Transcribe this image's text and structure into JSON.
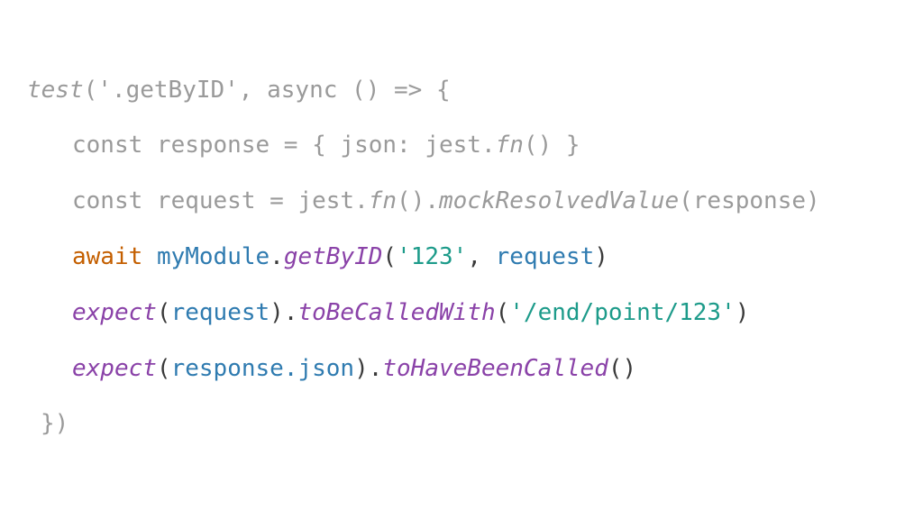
{
  "code": {
    "line1": {
      "fn": "test",
      "rest": "('.getByID', async () => {"
    },
    "line2": {
      "a": "const response = { json: jest.",
      "fn": "fn",
      "b": "() }"
    },
    "line3": {
      "a": "const request = jest.",
      "fn1": "fn",
      "b": "().",
      "fn2": "mockResolvedValue",
      "c": "(response)"
    },
    "line4": {
      "kw": "await",
      "sp": " ",
      "obj": "myModule",
      "dot": ".",
      "method": "getByID",
      "open": "(",
      "str": "'123'",
      "comma": ", ",
      "arg": "request",
      "close": ")"
    },
    "line5": {
      "fn": "expect",
      "open": "(",
      "arg": "request",
      "mid": ").",
      "method": "toBeCalledWith",
      "open2": "(",
      "str": "'/end/point/123'",
      "close": ")"
    },
    "line6": {
      "fn": "expect",
      "open": "(",
      "arg": "response.json",
      "mid": ").",
      "method": "toHaveBeenCalled",
      "close": "()"
    },
    "line7": {
      "text": "})"
    }
  },
  "colors": {
    "faded": "#9a9a9a",
    "keyword": "#c45f00",
    "identifier": "#2f7bb0",
    "function": "#8a42a8",
    "string": "#1d9b8a"
  }
}
